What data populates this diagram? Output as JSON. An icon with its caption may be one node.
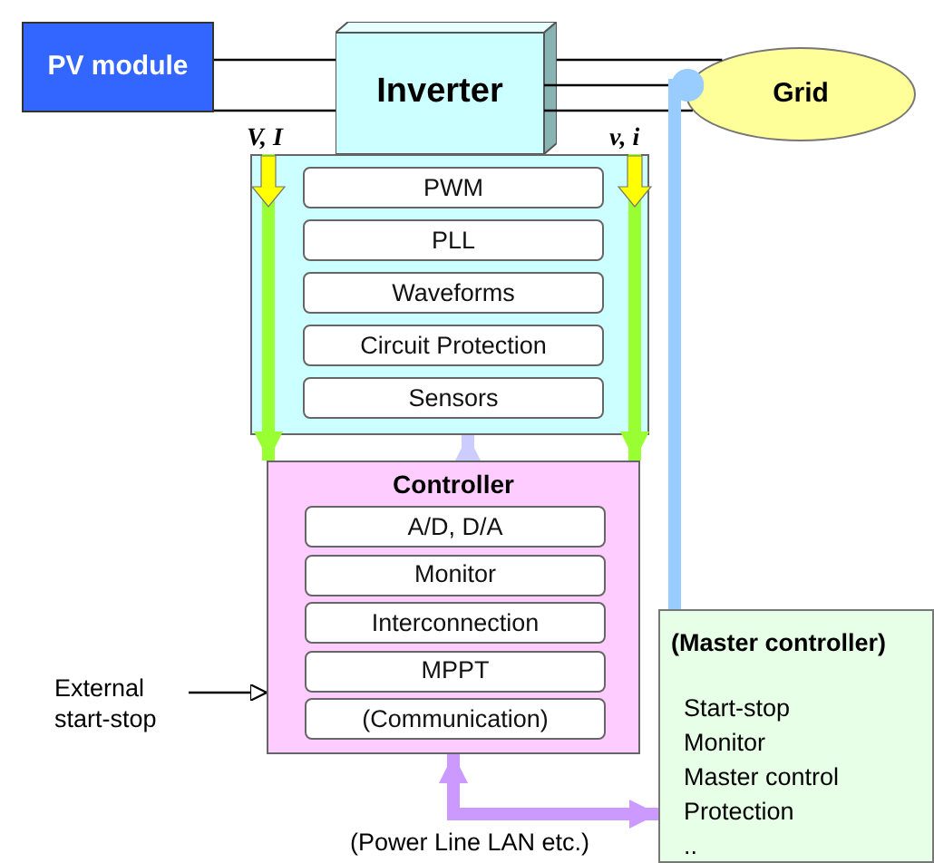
{
  "diagram": {
    "nodes": [
      {
        "text": [
          "PV module"
        ]
      },
      {
        "text": [
          "Inverter"
        ]
      },
      {
        "text": [
          "Grid"
        ]
      },
      {
        "text": [],
        "shape": "box"
      },
      {
        "text": [
          "PWM"
        ],
        "in": 3
      },
      {
        "text": [
          "PLL"
        ],
        "in": 3
      },
      {
        "text": [
          "Waveforms"
        ],
        "in": 3
      },
      {
        "text": [
          "Circuit Protection"
        ],
        "in": 3
      },
      {
        "text": [
          "Sensors"
        ],
        "in": 3
      },
      {
        "text": [
          "Controller"
        ]
      },
      {
        "text": [
          "A/D, D/A"
        ],
        "in": 9
      },
      {
        "text": [
          "Monitor"
        ],
        "in": 9
      },
      {
        "text": [
          "Interconnection"
        ],
        "in": 9
      },
      {
        "text": [
          "MPPT"
        ],
        "in": 9
      },
      {
        "text": [
          "(Communication)"
        ],
        "in": 9
      },
      {
        "text": [
          "External start-stop"
        ]
      },
      {
        "text": [
          "(Master controller)",
          "Start-stop",
          "Monitor",
          "Master control",
          "Protection",
          ".."
        ]
      }
    ],
    "edges": [
      {
        "from": 0,
        "to": 1,
        "arrow": "none"
      },
      {
        "from": 0,
        "to": 1,
        "arrow": "none"
      },
      {
        "from": 1,
        "to": 2,
        "arrow": "none"
      },
      {
        "from": 1,
        "to": 2,
        "arrow": "none"
      },
      {
        "from": 1,
        "to": 2,
        "arrow": "none"
      },
      {
        "from": 2,
        "to": 16,
        "arrow": "other",
        "style": "thick",
        "color": "#99ccff"
      },
      {
        "from": 3,
        "to": 9,
        "arrow": "to",
        "style": "thick",
        "color": "#99ff33"
      },
      {
        "from": 3,
        "to": 9,
        "arrow": "to",
        "style": "thick",
        "color": "#99ff33"
      },
      {
        "from": 9,
        "to": 3,
        "arrow": "to",
        "style": "thick",
        "color": "#ccccff"
      },
      {
        "from": 15,
        "to": 9,
        "arrow": "to"
      },
      {
        "from": 9,
        "to": 16,
        "arrow": "both",
        "style": "thick",
        "color": "#cc99ff",
        "label": "(Power Line LAN etc.)"
      }
    ],
    "labels": [
      "V, I",
      "v, i"
    ]
  }
}
